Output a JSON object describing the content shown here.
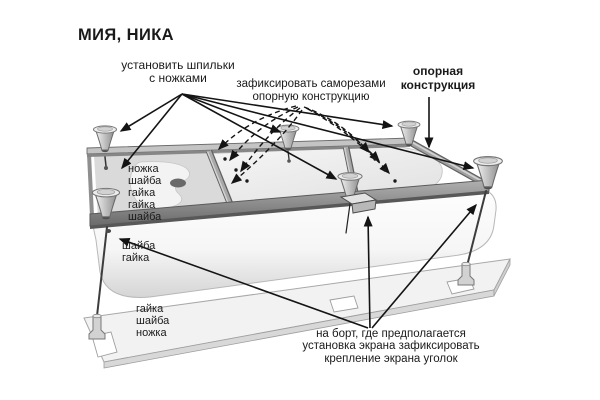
{
  "title": "МИЯ, НИКА",
  "annotations": {
    "install_studs": {
      "lines": [
        "установить шпильки",
        "с ножками"
      ]
    },
    "fix_screws": {
      "lines": [
        "зафиксировать саморезами",
        "опорную конструкцию"
      ]
    },
    "support_structure": {
      "lines": [
        "опорная",
        "конструкция"
      ]
    },
    "leg_assembly_top": {
      "lines": [
        "ножка",
        "шайба",
        "гайка",
        "гайка",
        "шайба"
      ]
    },
    "washer_nut": {
      "lines": [
        "шайба",
        "гайка"
      ]
    },
    "leg_assembly_bottom": {
      "lines": [
        "гайка",
        "шайба",
        "ножка"
      ]
    },
    "screen_note": {
      "lines": [
        "на борт, где предполагается",
        "установка экрана зафиксировать",
        "крепление экрана уголок"
      ]
    }
  },
  "colors": {
    "background": "#ffffff",
    "text": "#1a1a1a",
    "arrow": "#141414",
    "metal_light": "#d2d2d2",
    "metal_mid": "#a0a0a0",
    "metal_dark": "#6e6e6e",
    "tub_white": "#fcfcfc",
    "tub_shade": "#d8d8d8"
  }
}
